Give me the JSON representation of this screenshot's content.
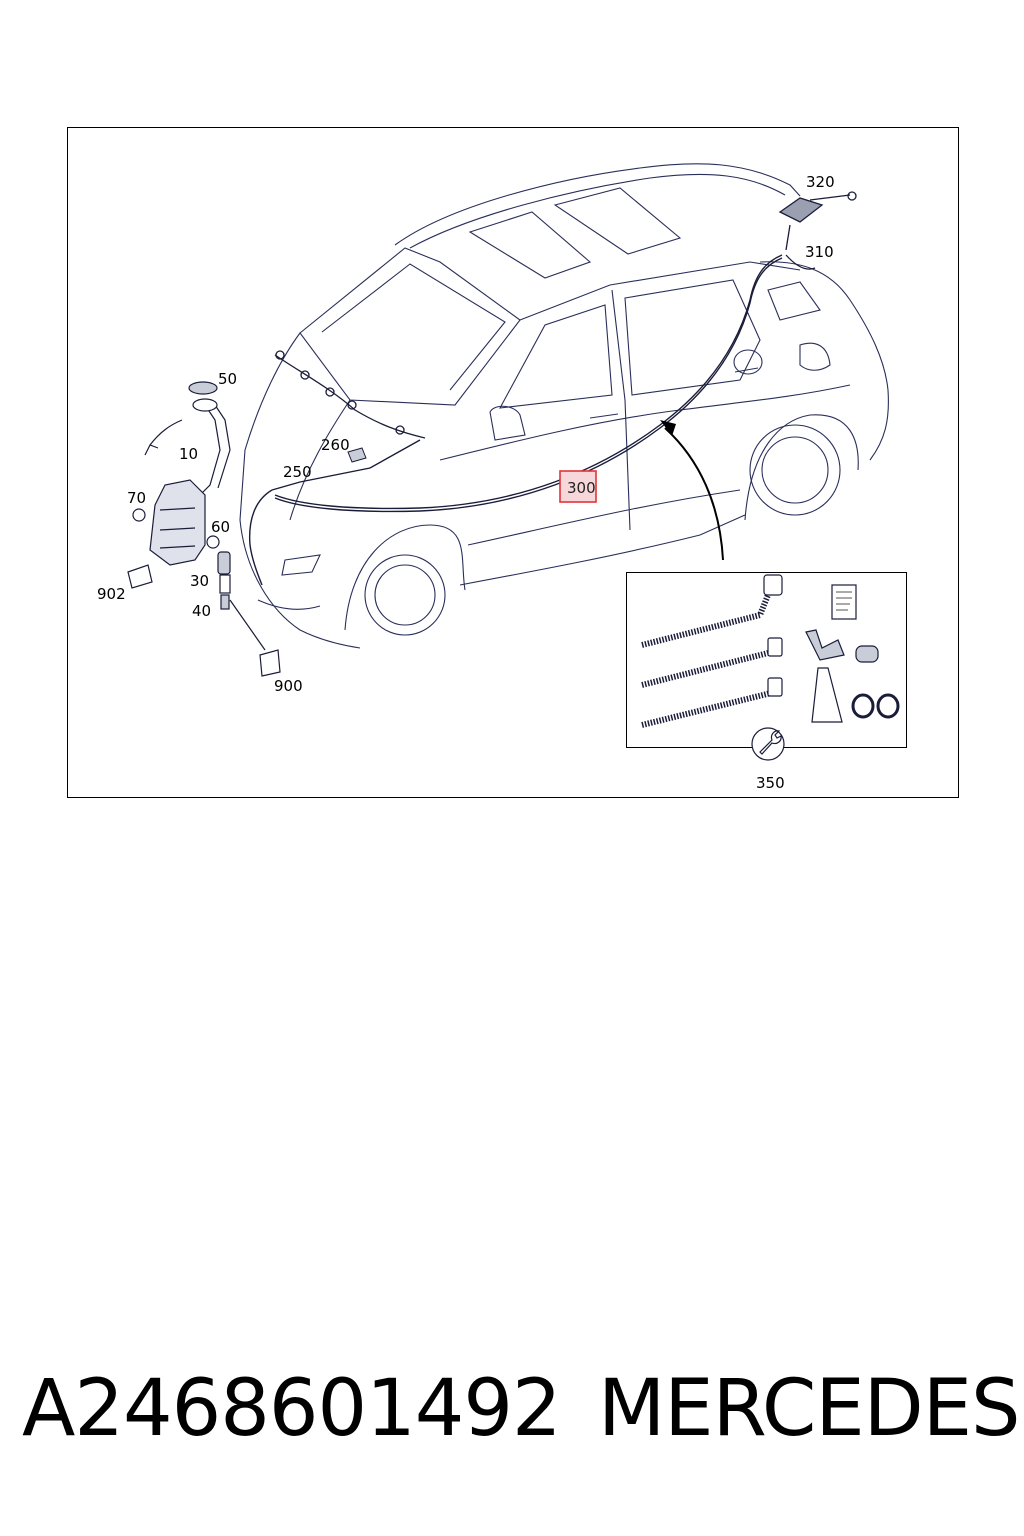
{
  "diagram": {
    "callouts": {
      "c10": "10",
      "c30": "30",
      "c40": "40",
      "c50": "50",
      "c60": "60",
      "c70": "70",
      "c250": "250",
      "c260": "260",
      "c300": "300",
      "c310": "310",
      "c320": "320",
      "c350": "350",
      "c900": "900",
      "c902": "902"
    },
    "highlighted_callout": "300",
    "highlight_color": "#e0343a"
  },
  "footer": {
    "part_number": "A2468601492",
    "brand": "MERCEDES"
  }
}
